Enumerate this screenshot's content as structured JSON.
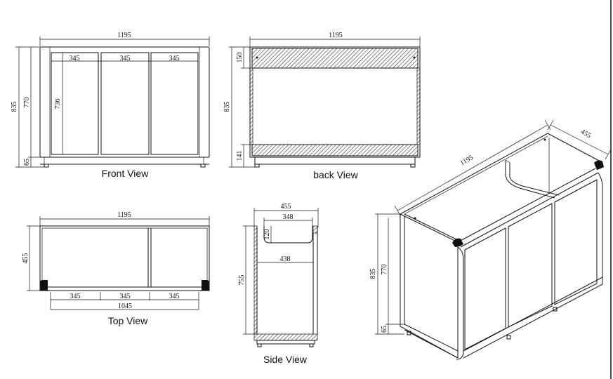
{
  "views": {
    "front": {
      "caption": "Front View",
      "width_label": "1195",
      "door_labels": [
        "345",
        "345",
        "345"
      ],
      "height_total": "835",
      "height_body": "770",
      "height_door": "736",
      "height_plinth": "65"
    },
    "back": {
      "caption": "back View",
      "width_label": "1195",
      "height_total": "835",
      "top_rail": "150",
      "bottom_rail": "141"
    },
    "top": {
      "caption": "Top  View",
      "width_label": "1195",
      "depth_label": "455",
      "door_labels": [
        "345",
        "345",
        "345"
      ],
      "inner_width": "1045"
    },
    "side": {
      "caption": "Side  View",
      "depth_label": "455",
      "cutout_width": "348",
      "cutout_depth": "120",
      "inner_depth": "438",
      "height_label": "755"
    },
    "iso": {
      "width_label": "1195",
      "depth_label": "455",
      "height_total": "835",
      "height_body": "770",
      "height_plinth": "65"
    }
  }
}
